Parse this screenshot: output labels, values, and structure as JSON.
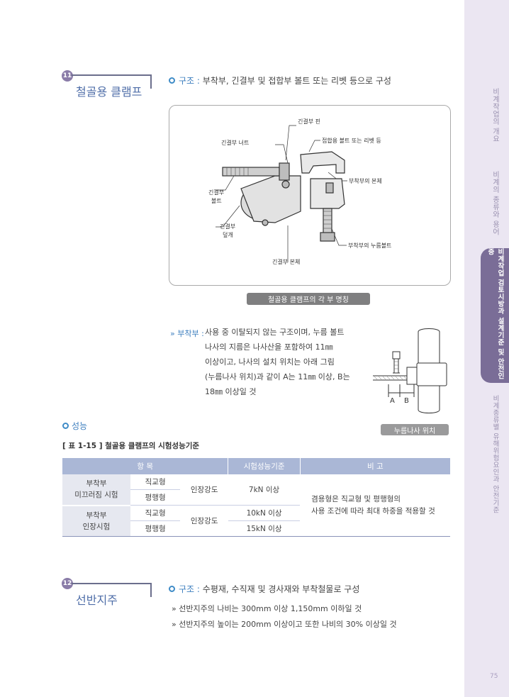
{
  "side_tabs": [
    {
      "label": "비계작업의 개요",
      "active": false
    },
    {
      "label": "비계의 종류와 용어",
      "active": false
    },
    {
      "label": "비계작업 검토시방과 설계기준 및 안전인증",
      "active": true
    },
    {
      "label": "비계종류별 유해위험요인과 안전기준",
      "active": false
    }
  ],
  "section11": {
    "number": "11",
    "title": "철골용 클램프",
    "structure_label": "구조 :",
    "structure_text": "부착부, 긴결부 및 접합부 볼트 또는 리벳 등으로 구성",
    "figure": {
      "labels": {
        "pin": "긴결부 핀",
        "nut": "긴결부 너트",
        "joint_bolt": "접합용 볼트 또는 리벳 등",
        "body_attach": "부착부의 본체",
        "bolt1": "긴결부",
        "bolt2": "볼트",
        "cover1": "긴결부",
        "cover2": "덮개",
        "press_bolt": "부착부의 누름볼트",
        "body_clamp": "긴결부 본체"
      },
      "caption": "철골용 클램프의 각 부 명칭"
    },
    "attach_label": "» 부착부 :",
    "attach_lines": [
      "사용 중 이탈되지 않는 구조이며, 누름 볼트",
      "나사의 지름은 나사산을 포함하여 11㎜",
      "이상이고, 나사의 설치 위치는 아래 그림",
      "(누름나사 위치)과 같이 A는 11㎜ 이상, B는",
      "18㎜ 이상일 것"
    ],
    "detail": {
      "a": "A",
      "b": "B",
      "caption": "누름나사 위치"
    }
  },
  "performance": {
    "heading": "성능",
    "table_caption": "[ 표 1-15 ]  철골용 클램프의 시험성능기준",
    "headers": {
      "item": "항 목",
      "standard": "시험성능기준",
      "note": "비 고"
    },
    "rows": {
      "group1": "부착부",
      "group1b": "미끄러짐 시험",
      "group2": "부착부",
      "group2b": "인장시험",
      "t1": "직교형",
      "t2": "평행형",
      "t3": "직교형",
      "t4": "평행형",
      "strength1": "인장강도",
      "strength2": "인장강도",
      "v1": "7kN 이상",
      "v2": "10kN 이상",
      "v3": "15kN 이상",
      "note1": "겸용형은 직교형 및 평행형의",
      "note2": "사용 조건에 따라 최대 하중을 적용할 것"
    }
  },
  "section12": {
    "number": "12",
    "title": "선반지주",
    "structure_label": "구조 :",
    "structure_text": "수평재, 수직재 및 경사재와 부착철물로 구성",
    "items": [
      "» 선반지주의 나비는 300mm 이상 1,150mm 이하일 것",
      "» 선반지주의 높이는 200mm 이상이고 또한 나비의 30% 이상일 것"
    ]
  },
  "page_number": "75",
  "colors": {
    "accent": "#3e7fbf",
    "header_bg": "#aab7d6",
    "tab_active": "#7a6d97",
    "side_bg": "#ebe6f2"
  }
}
